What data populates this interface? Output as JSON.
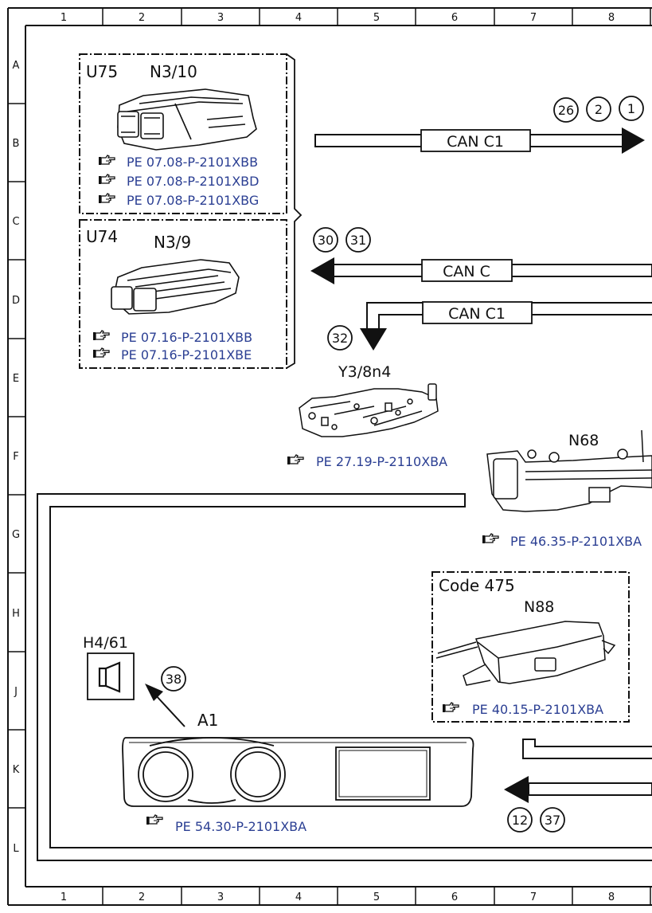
{
  "grid": {
    "columns": [
      "1",
      "2",
      "3",
      "4",
      "5",
      "6",
      "7",
      "8"
    ],
    "rows": [
      "A",
      "B",
      "C",
      "D",
      "E",
      "F",
      "G",
      "H",
      "J",
      "K",
      "L"
    ]
  },
  "modules": {
    "u75": {
      "code": "U75",
      "name": "N3/10",
      "refs": [
        "PE 07.08-P-2101XBB",
        "PE 07.08-P-2101XBD",
        "PE 07.08-P-2101XBG"
      ]
    },
    "u74": {
      "code": "U74",
      "name": "N3/9",
      "refs": [
        "PE 07.16-P-2101XBB",
        "PE 07.16-P-2101XBE"
      ]
    },
    "y3": {
      "name": "Y3/8n4",
      "ref": "PE 27.19-P-2110XBA"
    },
    "n68": {
      "name": "N68",
      "ref": "PE 46.35-P-2101XBA"
    },
    "n88": {
      "code": "Code 475",
      "name": "N88",
      "ref": "PE 40.15-P-2101XBA"
    },
    "h4": {
      "name": "H4/61"
    },
    "a1": {
      "name": "A1",
      "ref": "PE 54.30-P-2101XBA"
    }
  },
  "buses": {
    "can_c1_top": "CAN C1",
    "can_c": "CAN C",
    "can_c1_mid": "CAN C1"
  },
  "circles": {
    "top_right": [
      "26",
      "2",
      "1"
    ],
    "can_c": [
      "30",
      "31"
    ],
    "can_c1_down": "32",
    "h4": "38",
    "bottom": [
      "12",
      "37"
    ]
  },
  "colors": {
    "reference_link": "#2b3f93",
    "line": "#111111"
  }
}
